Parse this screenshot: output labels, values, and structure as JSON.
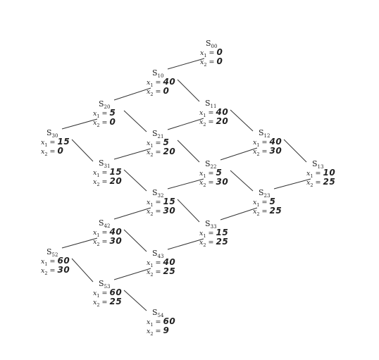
{
  "nodes": [
    {
      "id": "S00",
      "sub": "00",
      "x1": "0",
      "x2": "0"
    },
    {
      "id": "S10",
      "sub": "10",
      "x1": "40",
      "x2": "0"
    },
    {
      "id": "S11",
      "sub": "11",
      "x1": "40",
      "x2": "20"
    },
    {
      "id": "S20",
      "sub": "20",
      "x1": "5",
      "x2": "0"
    },
    {
      "id": "S21",
      "sub": "21",
      "x1": "5",
      "x2": "20"
    },
    {
      "id": "S12",
      "sub": "12",
      "x1": "40",
      "x2": "30"
    },
    {
      "id": "S30",
      "sub": "30",
      "x1": "15",
      "x2": "0"
    },
    {
      "id": "S22",
      "sub": "22",
      "x1": "5",
      "x2": "30"
    },
    {
      "id": "S13",
      "sub": "13",
      "x1": "10",
      "x2": "25"
    },
    {
      "id": "S31",
      "sub": "31",
      "x1": "15",
      "x2": "20"
    },
    {
      "id": "S32",
      "sub": "32",
      "x1": "15",
      "x2": "30"
    },
    {
      "id": "S23",
      "sub": "23",
      "x1": "5",
      "x2": "25"
    },
    {
      "id": "S42",
      "sub": "42",
      "x1": "40",
      "x2": "30"
    },
    {
      "id": "S33",
      "sub": "33",
      "x1": "15",
      "x2": "25"
    },
    {
      "id": "S52",
      "sub": "52",
      "x1": "60",
      "x2": "30"
    },
    {
      "id": "S43",
      "sub": "43",
      "x1": "40",
      "x2": "25"
    },
    {
      "id": "S53",
      "sub": "53",
      "x1": "60",
      "x2": "25"
    },
    {
      "id": "S54",
      "sub": "54",
      "x1": "60",
      "x2": "9"
    }
  ],
  "edges": [
    [
      "S00",
      "S10"
    ],
    [
      "S10",
      "S20"
    ],
    [
      "S10",
      "S11"
    ],
    [
      "S20",
      "S30"
    ],
    [
      "S20",
      "S21"
    ],
    [
      "S11",
      "S21"
    ],
    [
      "S11",
      "S12"
    ],
    [
      "S30",
      "S31"
    ],
    [
      "S21",
      "S31"
    ],
    [
      "S21",
      "S22"
    ],
    [
      "S12",
      "S22"
    ],
    [
      "S12",
      "S13"
    ],
    [
      "S31",
      "S32"
    ],
    [
      "S22",
      "S32"
    ],
    [
      "S22",
      "S23"
    ],
    [
      "S13",
      "S23"
    ],
    [
      "S32",
      "S42"
    ],
    [
      "S32",
      "S33"
    ],
    [
      "S23",
      "S33"
    ],
    [
      "S42",
      "S52"
    ],
    [
      "S42",
      "S43"
    ],
    [
      "S33",
      "S43"
    ],
    [
      "S52",
      "S53"
    ],
    [
      "S43",
      "S53"
    ],
    [
      "S53",
      "S54"
    ]
  ]
}
